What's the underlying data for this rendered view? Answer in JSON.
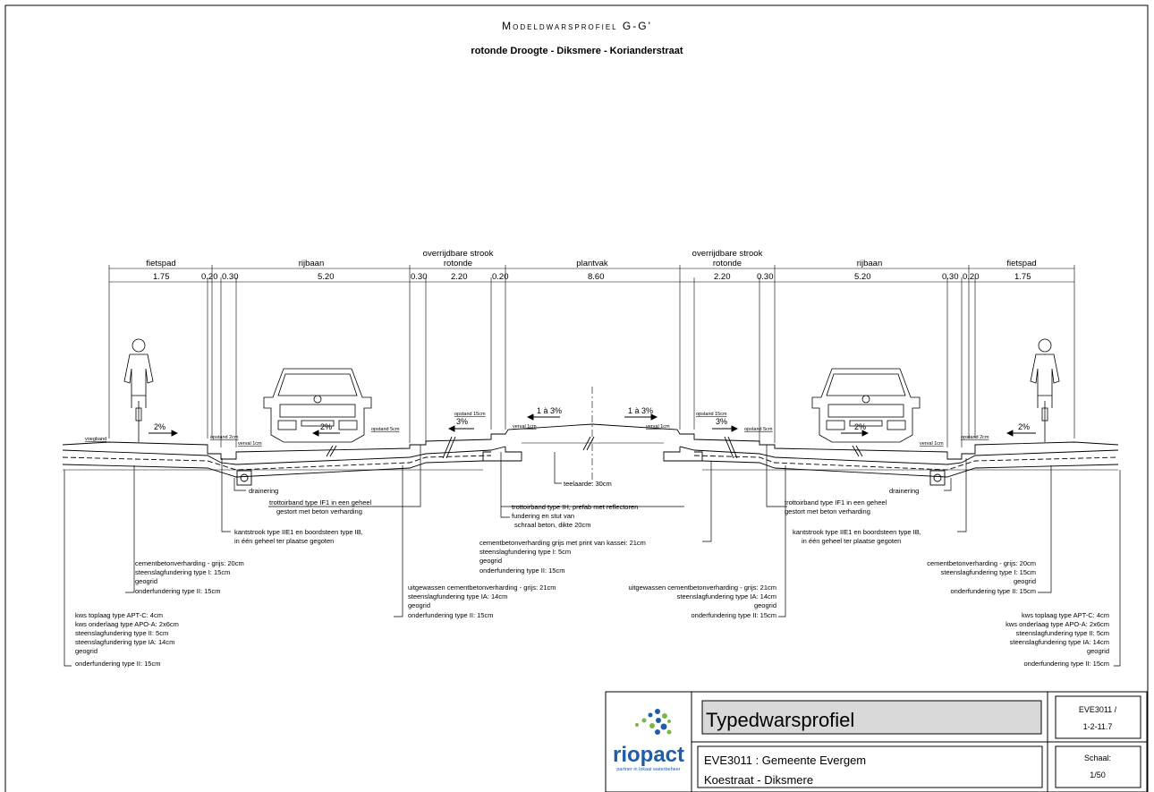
{
  "title": "Modeldwarsprofiel G-G'",
  "subtitle": "rotonde Droogte - Diksmere - Korianderstraat",
  "zones": [
    "fietspad",
    "rijbaan",
    "overrijdbare strook rotonde",
    "plantvak",
    "overrijdbare strook rotonde",
    "rijbaan",
    "fietspad"
  ],
  "dims": [
    "1.75",
    "0.20",
    "0.30",
    "5.20",
    "0.30",
    "2.20",
    "0.20",
    "8.60",
    "2.20",
    "0.30",
    "5.20",
    "0.30",
    "0.20",
    "1.75"
  ],
  "slopes": [
    "2%",
    "2%",
    "3%",
    "1 à 3%",
    "1 à 3%",
    "3%",
    "2%",
    "2%"
  ],
  "small_labels": [
    "voegband",
    "opstand 2cm",
    "verval 1cm",
    "opstand 5cm",
    "opstand 15cm",
    "verval 1cm",
    "verval 1cm",
    "opstand 15cm",
    "opstand 5cm",
    "verval 1cm",
    "opstand 2cm"
  ],
  "center_notes": [
    "teelaarde: 30cm",
    "drainering"
  ],
  "callouts": {
    "left_top": [
      "trottoirband type IF1 in een geheel",
      "gestort met beton verharding"
    ],
    "left_kantstrook": [
      "kantstrook type IIE1 en boordsteen type IB,",
      "in één geheel ter plaatse gegoten"
    ],
    "left_fiets": [
      "cementbetonverharding - grijs: 20cm",
      "steenslagfundering type I: 15cm",
      "geogrid",
      "onderfundering type II: 15cm"
    ],
    "left_bottom": [
      "kws toplaag type APT-C: 4cm",
      "kws onderlaag type APO-A: 2x6cm",
      "steenslagfundering type II: 5cm",
      "steenslagfundering type IA: 14cm",
      "geogrid",
      "onderfundering type II: 15cm"
    ],
    "left_overrijdbaar": [
      "uitgewassen cementbetonverharding - grijs: 21cm",
      "steenslagfundering type IA: 14cm",
      "geogrid",
      "onderfundering type II: 15cm"
    ],
    "center_trottoir": [
      "trottoirband type IH, prefab met reflectoren",
      "fundering en stut van",
      "schraal beton, dikte 20cm"
    ],
    "center_plant": [
      "cementbetonverharding grijs met print van kassei: 21cm",
      "steenslagfundering type I: 5cm",
      "geogrid",
      "onderfundering type II: 15cm"
    ],
    "right_overrijdbaar": [
      "uitgewassen cementbetonverharding - grijs: 21cm",
      "steenslagfundering type IA: 14cm",
      "geogrid",
      "onderfundering type II: 15cm"
    ],
    "right_top": [
      "trottoirband type IF1 in een geheel",
      "gestort met beton verharding"
    ],
    "right_kantstrook": [
      "kantstrook type IIE1 en boordsteen type IB,",
      "in één geheel ter plaatse gegoten"
    ],
    "right_fiets": [
      "cementbetonverharding - grijs: 20cm",
      "steenslagfundering type I: 15cm",
      "geogrid",
      "onderfundering type II: 15cm"
    ],
    "right_bottom": [
      "kws toplaag type APT-C: 4cm",
      "kws onderlaag type APO-A: 2x6cm",
      "steenslagfundering type II: 5cm",
      "steenslagfundering type IA: 14cm",
      "geogrid",
      "onderfundering type II: 15cm"
    ]
  },
  "titleblock": {
    "logo_text": "riopact",
    "logo_tagline": "partner in lokaal waterbeheer",
    "drawing_title": "Typedwarsprofiel",
    "code": "EVE3011 /",
    "code2": "1-2-11.7",
    "project_line1": "EVE3011 : Gemeente Evergem",
    "project_line2": "Koestraat - Diksmere",
    "scale_label": "Schaal:",
    "scale_value": "1/50"
  },
  "colors": {
    "line": "#000000",
    "title_fill": "#d9d9d9",
    "logo_blue": "#1f5da8",
    "logo_green": "#7ab648"
  }
}
